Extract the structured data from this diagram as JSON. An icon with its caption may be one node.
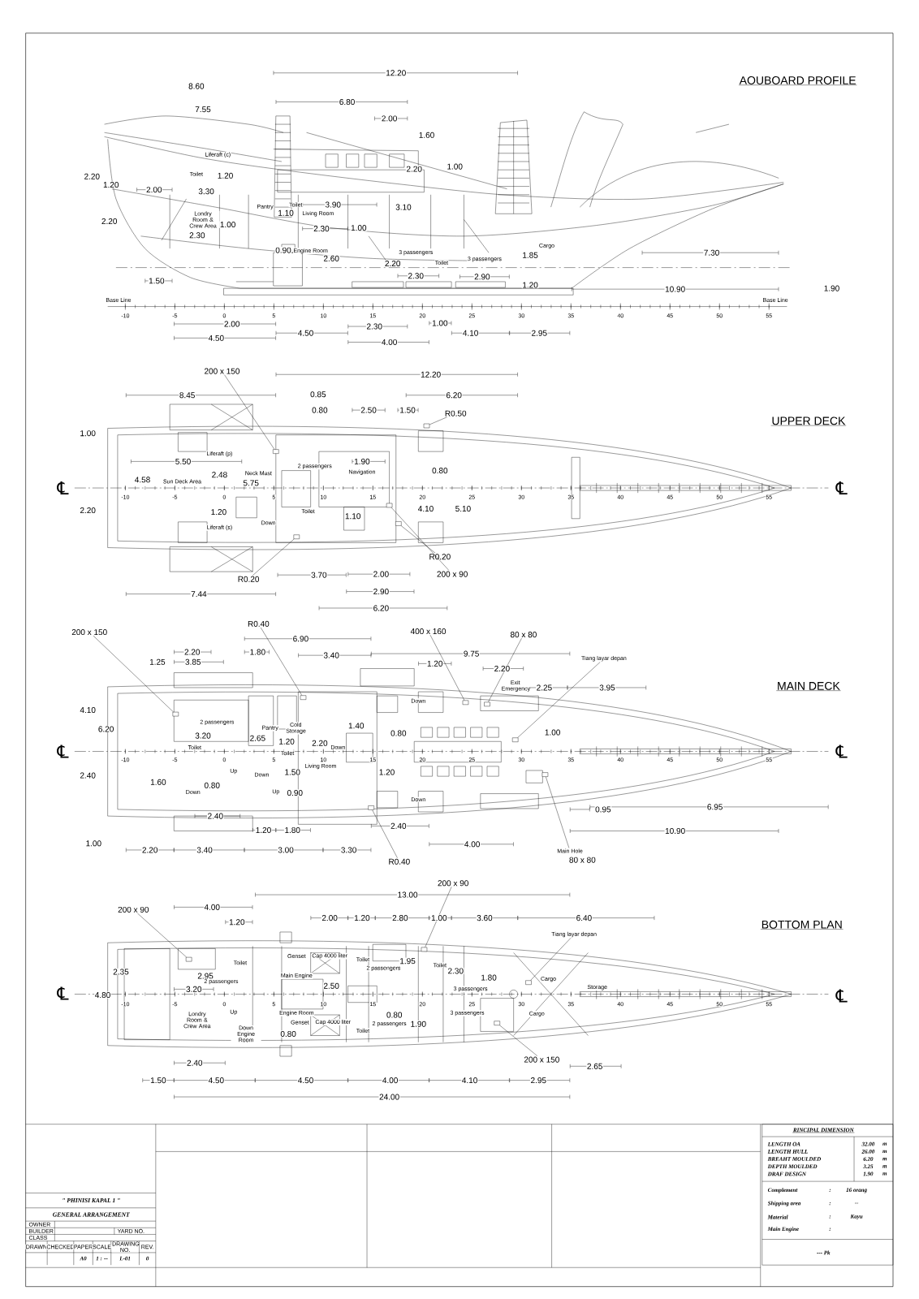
{
  "diagram": {
    "nodes": [
      {
        "text": [
          "200 x 150"
        ]
      },
      {
        "text": [
          "R0.50"
        ]
      },
      {
        "text": [
          "R0.20"
        ]
      },
      {
        "text": [
          "200 x 90"
        ]
      },
      {
        "text": [
          "R0.20"
        ]
      },
      {
        "text": [
          "200 x 150"
        ]
      },
      {
        "text": [
          "R0.40"
        ]
      },
      {
        "text": [
          "400 x 160"
        ]
      },
      {
        "text": [
          "80 x 80"
        ]
      },
      {
        "text": [
          "Tiang layar depan"
        ]
      },
      {
        "text": [
          "Main Hole"
        ],
        "beside": [
          "80 x 80"
        ]
      },
      {
        "text": [
          "R0.40"
        ]
      },
      {
        "text": [
          "200 x 90"
        ]
      },
      {
        "text": [
          "200 x 90"
        ]
      },
      {
        "text": [
          "Tiang layar depan"
        ]
      },
      {
        "text": [
          "200 x 150"
        ]
      },
      {
        "text": [],
        "shape": "box"
      },
      {
        "text": [],
        "shape": "box"
      },
      {
        "text": [],
        "shape": "box"
      },
      {
        "text": [],
        "shape": "box"
      },
      {
        "text": [],
        "shape": "box"
      },
      {
        "text": [],
        "shape": "box"
      },
      {
        "text": [],
        "shape": "box"
      },
      {
        "text": [],
        "shape": "box"
      },
      {
        "text": [],
        "shape": "box"
      },
      {
        "text": [],
        "shape": "box"
      },
      {
        "text": [],
        "shape": "box"
      },
      {
        "text": [],
        "shape": "box"
      },
      {
        "text": [],
        "shape": "box"
      },
      {
        "text": [],
        "shape": "box"
      },
      {
        "text": [],
        "shape": "box"
      },
      {
        "text": [],
        "shape": "box"
      }
    ],
    "edges": [
      {
        "from": 0,
        "to": 16,
        "arrow": "none"
      },
      {
        "from": 1,
        "to": 17,
        "arrow": "none"
      },
      {
        "from": 2,
        "to": 18,
        "arrow": "none"
      },
      {
        "from": 3,
        "to": 19,
        "arrow": "none"
      },
      {
        "from": 4,
        "to": 20,
        "arrow": "none"
      },
      {
        "from": 5,
        "to": 21,
        "arrow": "none"
      },
      {
        "from": 6,
        "to": 22,
        "arrow": "none"
      },
      {
        "from": 7,
        "to": 23,
        "arrow": "none"
      },
      {
        "from": 8,
        "to": 24,
        "arrow": "none"
      },
      {
        "from": 9,
        "to": 25,
        "arrow": "none"
      },
      {
        "from": 10,
        "to": 26,
        "arrow": "none"
      },
      {
        "from": 11,
        "to": 27,
        "arrow": "none"
      },
      {
        "from": 12,
        "to": 28,
        "arrow": "none"
      },
      {
        "from": 13,
        "to": 29,
        "arrow": "none"
      },
      {
        "from": 14,
        "to": 30,
        "arrow": "none"
      },
      {
        "from": 15,
        "to": 31,
        "arrow": "none"
      }
    ],
    "labels": [
      "AOUBOARD PROFILE",
      "12.20",
      "8.60",
      "7.55",
      "6.80",
      "2.00",
      "1.60",
      "2.20",
      "1.20",
      "2.00",
      "3.30",
      "1.20",
      "2.20",
      "1.00",
      "1.10",
      "3.90",
      "3.10",
      "2.20",
      "2.30",
      "1.00",
      "2.30",
      "1.00",
      "0.90",
      "2.60",
      "2.20",
      "1.85",
      "7.30",
      "1.50",
      "2.30",
      "2.90",
      "1.20",
      "10.90",
      "1.90",
      "Base Line",
      "Base Line",
      "2.00",
      "4.50",
      "4.50",
      "2.30",
      "1.00",
      "4.00",
      "4.10",
      "2.95",
      "Liferaft (c)",
      "Toilet",
      "Pantry",
      "Toilet",
      "Living Room",
      "Londry Room & Crew Area",
      "Engine Room",
      "3 passengers",
      "Toilet",
      "3 passengers",
      "Cargo",
      "-10",
      "-5",
      "0",
      "5",
      "10",
      "15",
      "20",
      "25",
      "30",
      "35",
      "40",
      "45",
      "50",
      "55",
      "UPPER DECK",
      "12.20",
      "8.45",
      "0.85",
      "6.20",
      "0.80",
      "2.50",
      "1.50",
      "1.00",
      "5.50",
      "1.90",
      "4.58",
      "2.48",
      "5.75",
      "0.80",
      "2.20",
      "1.20",
      "1.10",
      "4.10",
      "5.10",
      "3.70",
      "2.00",
      "7.44",
      "2.90",
      "6.20",
      "℄",
      "℄",
      "Liferaft (p)",
      "Sun Deck Area",
      "Neck Mast",
      "2 passengers",
      "Navigation",
      "Liferaft (s)",
      "Down",
      "Toilet",
      "-10",
      "-5",
      "0",
      "5",
      "10",
      "15",
      "20",
      "25",
      "30",
      "35",
      "40",
      "45",
      "50",
      "55",
      "MAIN DECK",
      "6.90",
      "2.20",
      "1.80",
      "3.40",
      "9.75",
      "1.25",
      "3.85",
      "1.20",
      "2.20",
      "2.25",
      "3.95",
      "4.10",
      "6.20",
      "3.20",
      "2.65",
      "1.20",
      "2.20",
      "1.40",
      "0.80",
      "1.00",
      "2.40",
      "1.60",
      "0.80",
      "1.50",
      "0.90",
      "1.20",
      "2.40",
      "0.95",
      "6.95",
      "1.20",
      "1.80",
      "2.40",
      "10.90",
      "1.00",
      "2.20",
      "3.40",
      "3.00",
      "3.30",
      "4.00",
      "℄",
      "℄",
      "Exit Emergency",
      "Down",
      "2 passengers",
      "Pantry",
      "Cold Storage",
      "Toilet",
      "Toilet",
      "Down",
      "Up",
      "Down",
      "Living Room",
      "Down",
      "Up",
      "Down",
      "-10",
      "-5",
      "0",
      "5",
      "10",
      "15",
      "20",
      "25",
      "30",
      "35",
      "40",
      "45",
      "50",
      "55",
      "BOTTOM PLAN",
      "13.00",
      "4.00",
      "1.20",
      "2.00",
      "1.20",
      "2.80",
      "1.00",
      "3.60",
      "6.40",
      "2.35",
      "2.95",
      "1.95",
      "2.30",
      "1.80",
      "4.80",
      "3.20",
      "2.50",
      "0.80",
      "0.80",
      "1.90",
      "2.40",
      "2.65",
      "1.50",
      "4.50",
      "4.50",
      "4.00",
      "4.10",
      "2.95",
      "24.00",
      "℄",
      "℄",
      "Toilet",
      "Genset",
      "Cap 4000 liter",
      "Toilet",
      "2 passengers",
      "Toilet",
      "2 passengers",
      "Main Engine",
      "3 passengers",
      "Cargo",
      "Storage",
      "Londry Room & Crew Area",
      "Up",
      "Down Engine Room",
      "Engine Room",
      "Genset",
      "Cap 4000 liter",
      "Toilet",
      "2 passengers",
      "3 passengers",
      "Cargo",
      "-10",
      "-5",
      "0",
      "5",
      "10",
      "15",
      "20",
      "25",
      "30",
      "35",
      "40",
      "45",
      "50",
      "55",
      "\" PHINISI KAPAL 1 \"",
      "GENERAL ARRANGEMENT",
      "OWNER",
      "BUILDER",
      "YARD NO.",
      "CLASS",
      "DRAWN",
      "CHECKED",
      "PAPER",
      "SCALE",
      "DRAWING NO.",
      "REV.",
      "A0",
      "1 : --",
      "L-01",
      "0",
      "RINCIPAL DIMENSION",
      "LENGTH OA",
      "32.00",
      "m",
      "LENGTH HULL",
      "26.00",
      "m",
      "BREAHT MOULDED",
      "6.20",
      "m",
      "DEPTH MOULDED",
      "3.25",
      "m",
      "DRAF DESIGN",
      "1.90",
      "m",
      "Complement",
      ":",
      "16 orang",
      "Shipping area",
      ":",
      "--",
      "Material",
      ":",
      "Kayu",
      "Main Engine",
      ":",
      "--- Pk"
    ]
  }
}
